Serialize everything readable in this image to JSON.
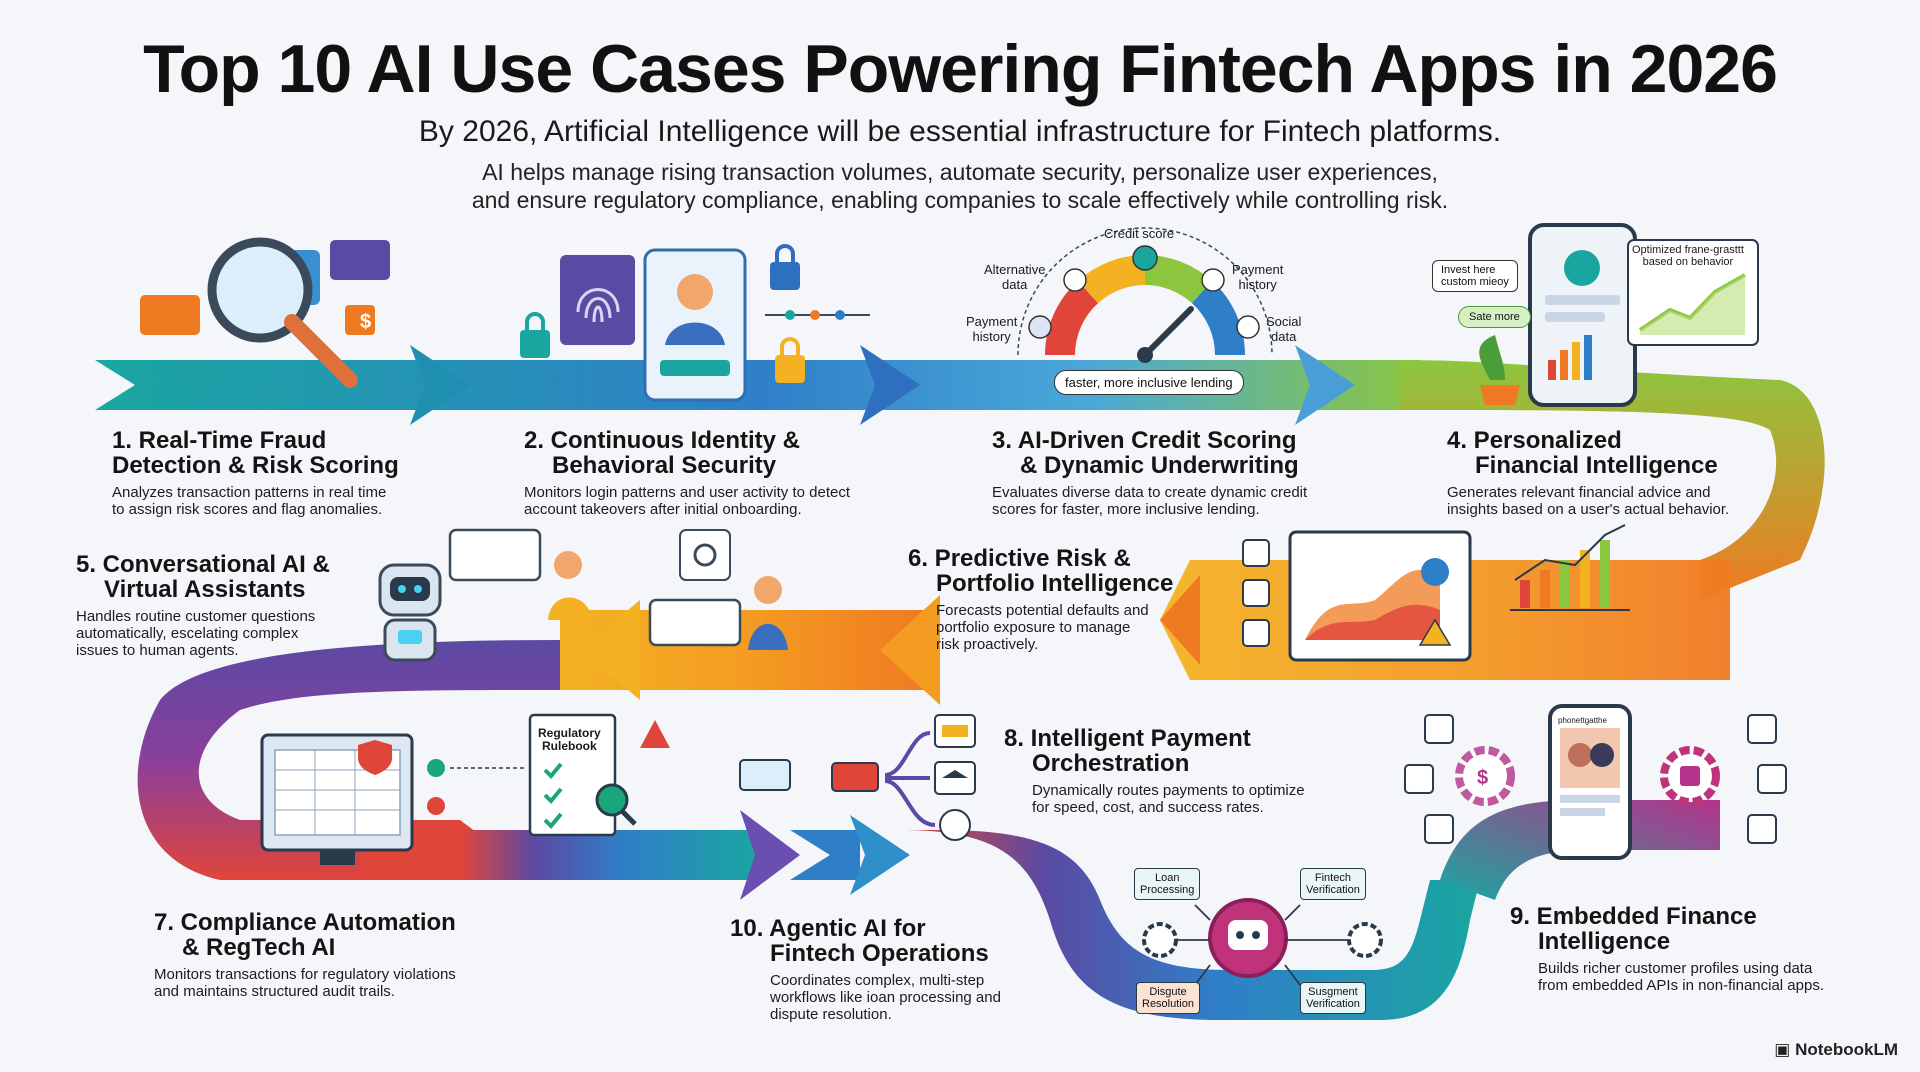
{
  "title": "Top 10 AI Use Cases Powering Fintech Apps in 2026",
  "subtitle": "By 2026, Artificial Intelligence will be essential infrastructure for Fintech platforms.",
  "description_lines": [
    "AI helps manage rising transaction volumes, automate security, personalize user experiences,",
    "and ensure regulatory compliance, enabling companies to scale effectively while controlling risk."
  ],
  "use_cases": [
    {
      "title_lines": [
        "1. Real-Time Fraud",
        "Detection & Risk Scoring"
      ],
      "text_lines": [
        "Analyzes transaction patterns in real time",
        "to assign risk scores and flag anomalies."
      ]
    },
    {
      "title_lines": [
        "2. Continuous Identity &",
        "Behavioral Security"
      ],
      "text_lines": [
        "Monitors login patterns and user activity to detect",
        "account takeovers after initial onboarding."
      ]
    },
    {
      "title_lines": [
        "3. AI-Driven Credit Scoring",
        "& Dynamic Underwriting"
      ],
      "text_lines": [
        "Evaluates diverse data to create dynamic credit",
        "scores for faster, more inclusive lending."
      ]
    },
    {
      "title_lines": [
        "4. Personalized",
        "Financial Intelligence"
      ],
      "text_lines": [
        "Generates relevant financial advice and",
        "insights based on a user's actual behavior."
      ]
    },
    {
      "title_lines": [
        "5. Conversational AI &",
        "Virtual Assistants"
      ],
      "text_lines": [
        "Handles routine customer questions",
        "automatically, escelating complex",
        "issues to human agents."
      ]
    },
    {
      "title_lines": [
        "6. Predictive Risk &",
        "Portfolio Intelligence"
      ],
      "text_lines": [
        "Forecasts potential defaults and",
        "portfolio exposure to manage",
        "risk proactively."
      ]
    },
    {
      "title_lines": [
        "7. Compliance Automation",
        "& RegTech AI"
      ],
      "text_lines": [
        "Monitors transactions for regulatory violations",
        "and maintains structured audit trails."
      ]
    },
    {
      "title_lines": [
        "8. Intelligent Payment",
        "Orchestration"
      ],
      "text_lines": [
        "Dynamically routes payments to optimize",
        "for speed, cost, and success rates."
      ]
    },
    {
      "title_lines": [
        "9. Embedded Finance",
        "Intelligence"
      ],
      "text_lines": [
        "Builds richer customer profiles using data",
        "from embedded APIs in non-financial apps."
      ]
    },
    {
      "title_lines": [
        "10. Agentic AI for",
        "Fintech Operations"
      ],
      "text_lines": [
        "Coordinates complex, multi-step",
        "workflows like ioan processing and",
        "dispute resolution."
      ]
    }
  ],
  "credit_gauge": {
    "credit_score": "Credit score",
    "alternative_data": [
      "Alternative",
      "data"
    ],
    "payment_history_left": [
      "Payment",
      "history"
    ],
    "payment_history_right": [
      "Payment",
      "history"
    ],
    "social_data": [
      "Social",
      "data"
    ],
    "lending_pill": "faster, more inclusive lending",
    "needle_fraction": 0.75
  },
  "personal_ui": {
    "optimized_note": [
      "Optimized frane-grasttt",
      "based on behavior"
    ],
    "invest_bubble": [
      "Invest here",
      "custom mieoy"
    ],
    "save_more": "Sate more"
  },
  "regulatory_rulebook": [
    "Regulatory",
    "Rulebook"
  ],
  "agentic_boxes": {
    "loan_processing": [
      "Loan",
      "Processing"
    ],
    "fintech_verification": [
      "Fintech",
      "Verification"
    ],
    "dispute_resolution": [
      "Disgute",
      "Resolution"
    ],
    "document_verification": [
      "Susgment",
      "Verification"
    ]
  },
  "phone_header": "phonettgatthe",
  "brand": "NotebookLM",
  "colors": {
    "teal": "#1aa6a0",
    "blue": "#2f7fc8",
    "green": "#8cc63f",
    "orange": "#f07a22",
    "yellow": "#f4b223",
    "purple": "#5b4aa3",
    "red": "#e0453a",
    "magenta": "#b5338a"
  }
}
